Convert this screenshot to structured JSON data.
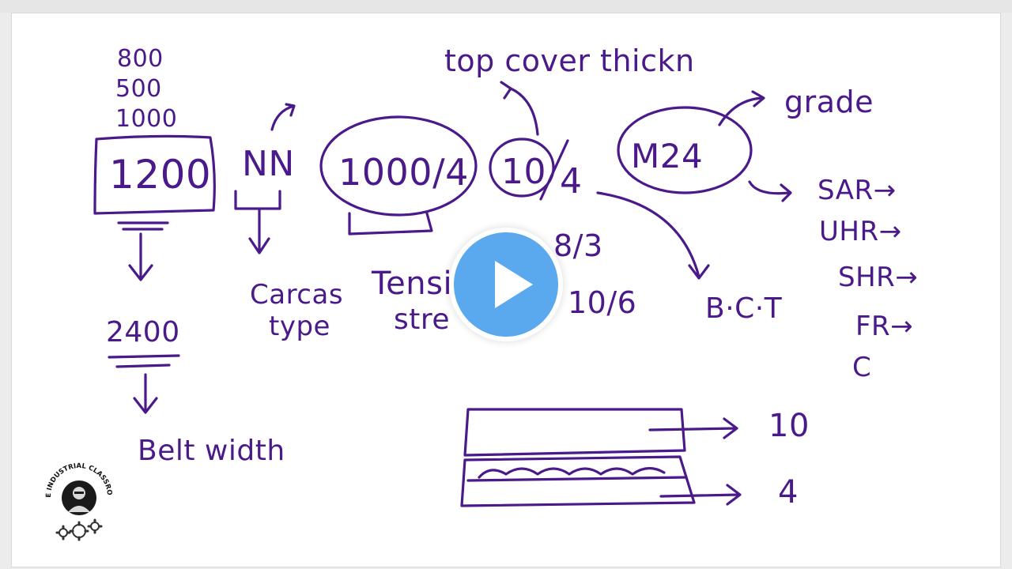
{
  "notes": {
    "widths": [
      "800",
      "500",
      "1000"
    ],
    "main_width": "1200",
    "belt_width_value": "2400",
    "belt_width_label": "Belt width",
    "carcass_code": "NN",
    "carcass_label_1": "Carcas",
    "carcass_label_2": "type",
    "tensile_code": "1000/4",
    "tensile_label_1": "Tensi",
    "tensile_label_2": "stre",
    "cover_top": "10",
    "cover_bottom": "4",
    "cover_alt_1": "8/3",
    "cover_alt_2": "10/6",
    "top_cover_label": "top cover thickn",
    "bct_label": "B·C·T",
    "grade_code": "M24",
    "grade_label": "grade",
    "grades": [
      "SAR→",
      "UHR→",
      "SHR→",
      "FR→",
      "C"
    ],
    "layer_top_value": "10",
    "layer_bottom_value": "4"
  },
  "logo": {
    "text": "THE INDUSTRIAL CLASSROOM"
  },
  "colors": {
    "ink": "#4a1a8a",
    "play_button": "#5aa8ee"
  }
}
